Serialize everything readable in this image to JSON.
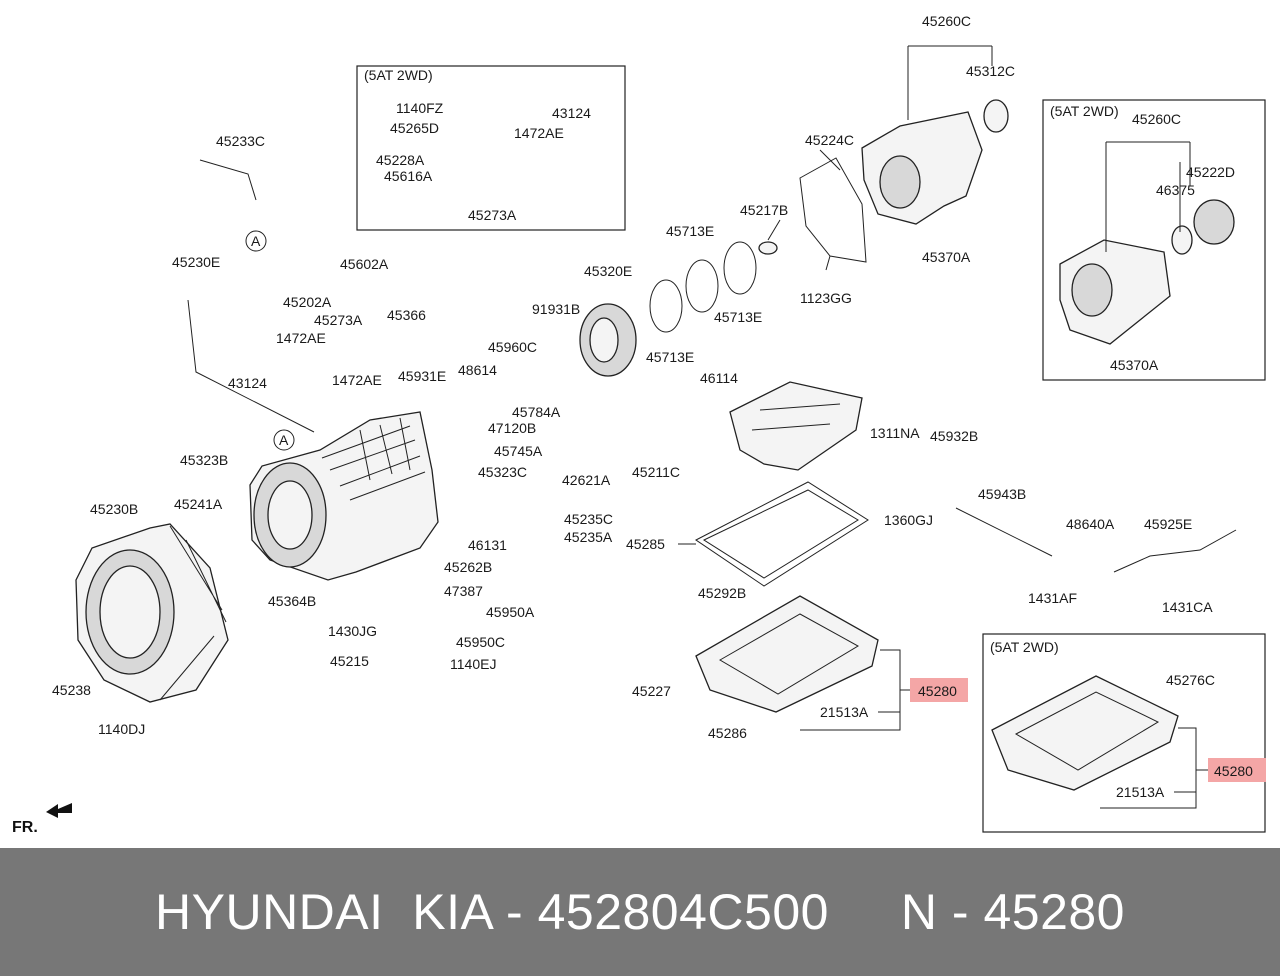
{
  "footer": {
    "text": "HYUNDAI  KIA - 452804C500     N - 45280"
  },
  "direction_label": "FR.",
  "highlight_color": "#f4a6a6",
  "boxes": {
    "top": {
      "title": "(5AT 2WD)"
    },
    "right": {
      "title": "(5AT 2WD)"
    },
    "bottom_right": {
      "title": "(5AT 2WD)"
    }
  },
  "marker_a": "A",
  "labels": {
    "l45260C_top": "45260C",
    "l45312C": "45312C",
    "l45224C": "45224C",
    "l45217B": "45217B",
    "l45713E_1": "45713E",
    "l45713E_2": "45713E",
    "l45713E_3": "45713E",
    "l45320E": "45320E",
    "l1123GG": "1123GG",
    "l45370A_main": "45370A",
    "l1140FZ": "1140FZ",
    "l45265D": "45265D",
    "l43124_top": "43124",
    "l1472AE_top": "1472AE",
    "l45228A": "45228A",
    "l45616A": "45616A",
    "l45273A_top": "45273A",
    "l45233C": "45233C",
    "l45230E": "45230E",
    "l45602A": "45602A",
    "l45202A": "45202A",
    "l45273A": "45273A",
    "l1472AE_1": "1472AE",
    "l1472AE_2": "1472AE",
    "l45366": "45366",
    "l43124": "43124",
    "l45931E": "45931E",
    "l48614": "48614",
    "l91931B": "91931B",
    "l45960C": "45960C",
    "l45784A": "45784A",
    "l46114": "46114",
    "l47120B": "47120B",
    "l45745A": "45745A",
    "l45323C": "45323C",
    "l45323B": "45323B",
    "l45241A": "45241A",
    "l42621A": "42621A",
    "l45211C": "45211C",
    "l1311NA": "1311NA",
    "l45932B": "45932B",
    "l1360GJ": "1360GJ",
    "l45943B": "45943B",
    "l45230B": "45230B",
    "l45235C": "45235C",
    "l45235A": "45235A",
    "l46131": "46131",
    "l45262B": "45262B",
    "l45285": "45285",
    "l48640A": "48640A",
    "l45925E": "45925E",
    "l47387": "47387",
    "l45364B": "45364B",
    "l45950A": "45950A",
    "l45292B": "45292B",
    "l1431AF": "1431AF",
    "l1431CA": "1431CA",
    "l1430JG": "1430JG",
    "l45950C": "45950C",
    "l45215": "45215",
    "l1140EJ": "1140EJ",
    "l45238": "45238",
    "l1140DJ": "1140DJ",
    "l45227": "45227",
    "l45280_main": "45280",
    "l21513A_main": "21513A",
    "l45286": "45286",
    "l45260C_box": "45260C",
    "l45222D": "45222D",
    "l46375": "46375",
    "l45370A_box": "45370A",
    "l45276C": "45276C",
    "l45280_box": "45280",
    "l21513A_box": "21513A"
  }
}
